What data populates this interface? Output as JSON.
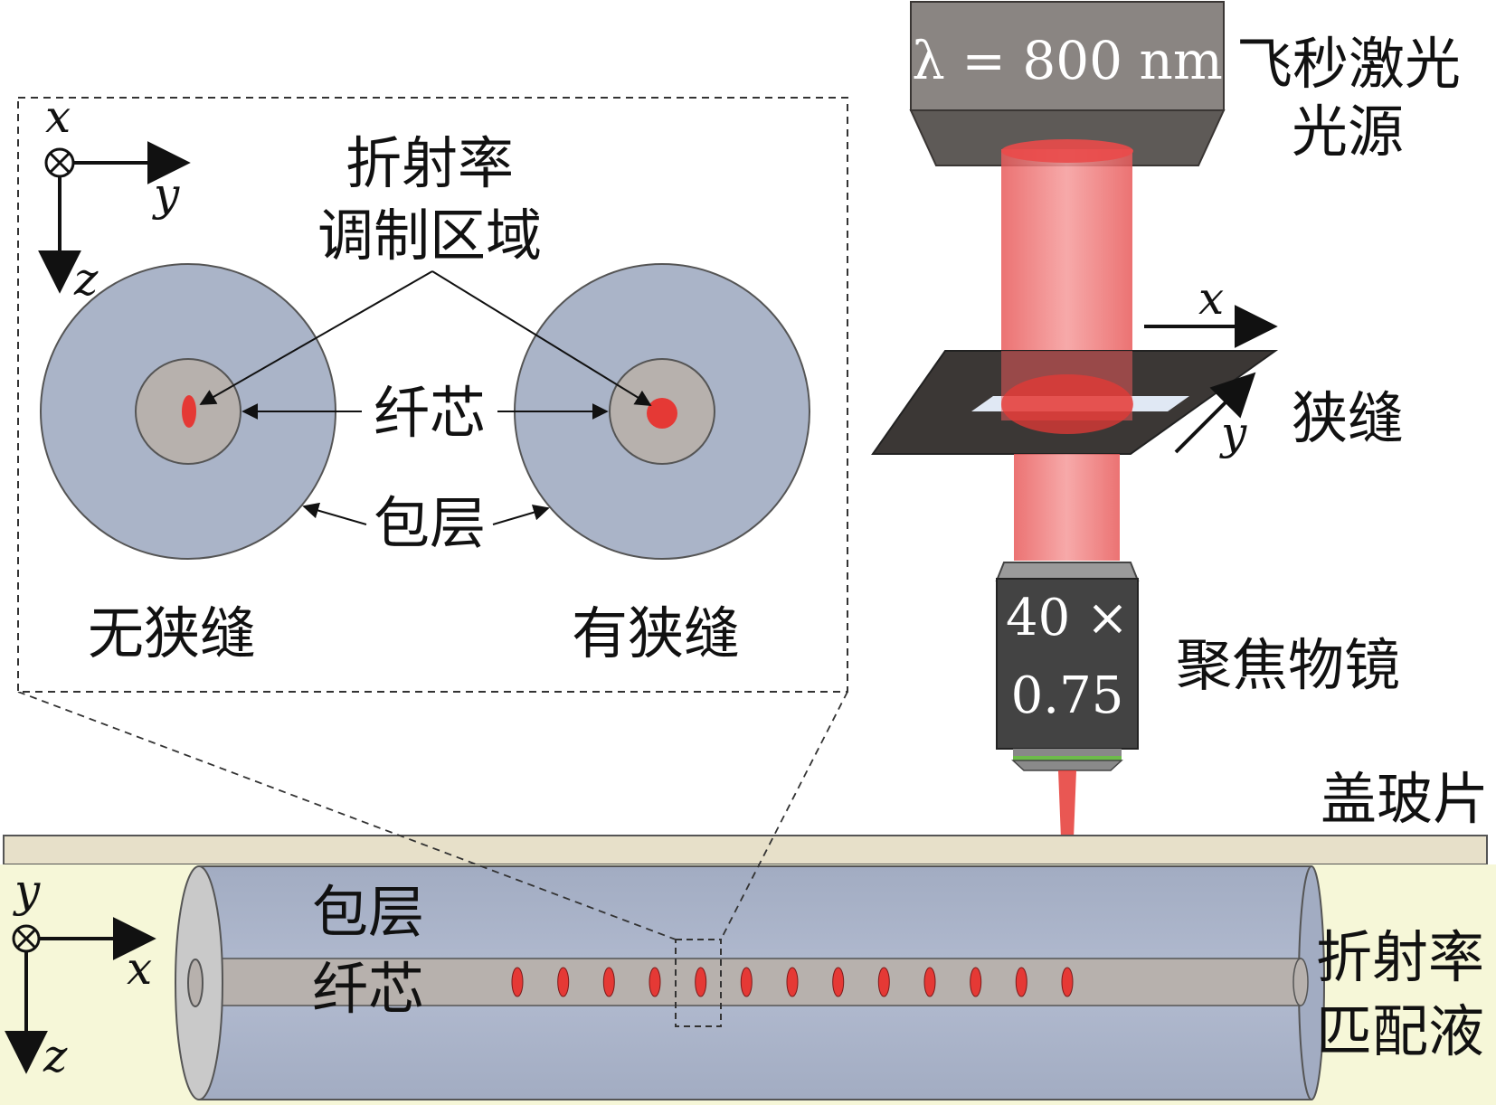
{
  "colors": {
    "cladding": "#aab4c8",
    "core": "#b7b1ad",
    "laser_red": "#e53935",
    "laser_beam": "#f06a6a",
    "laser_box": "#8a8582",
    "laser_box_dark": "#5e5a57",
    "slit_plate": "#3b3735",
    "slit_opening": "#e0e8f4",
    "objective": "#434343",
    "objective_rim": "#9a9a9a",
    "objective_band_green": "#6dbb4a",
    "cover_slip": "#e7e0c9",
    "matching_liquid": "#f6f7d8",
    "fiber_end": "#c9c9c9",
    "text": "#111111"
  },
  "laser": {
    "formula": "λ = 800 nm",
    "label_line1": "飞秒激光",
    "label_line2": "光源"
  },
  "slit": {
    "axis_x": "x",
    "axis_y": "y",
    "label": "狭缝"
  },
  "objective": {
    "line1": "40 ×",
    "line2": "0.75",
    "label": "聚焦物镜"
  },
  "cover_slip": {
    "label": "盖玻片"
  },
  "matching_liquid": {
    "line1": "折射率",
    "line2": "匹配液"
  },
  "inset": {
    "axes": {
      "x": "x",
      "y": "y",
      "z": "z"
    },
    "modulation_label_line1": "折射率",
    "modulation_label_line2": "调制区域",
    "core_label": "纤芯",
    "cladding_label": "包层",
    "left_caption": "无狭缝",
    "right_caption": "有狭缝"
  },
  "fiber": {
    "axes": {
      "x": "x",
      "y": "y",
      "z": "z"
    },
    "cladding_label": "包层",
    "core_label": "纤芯",
    "modulation_point_count": 13
  }
}
